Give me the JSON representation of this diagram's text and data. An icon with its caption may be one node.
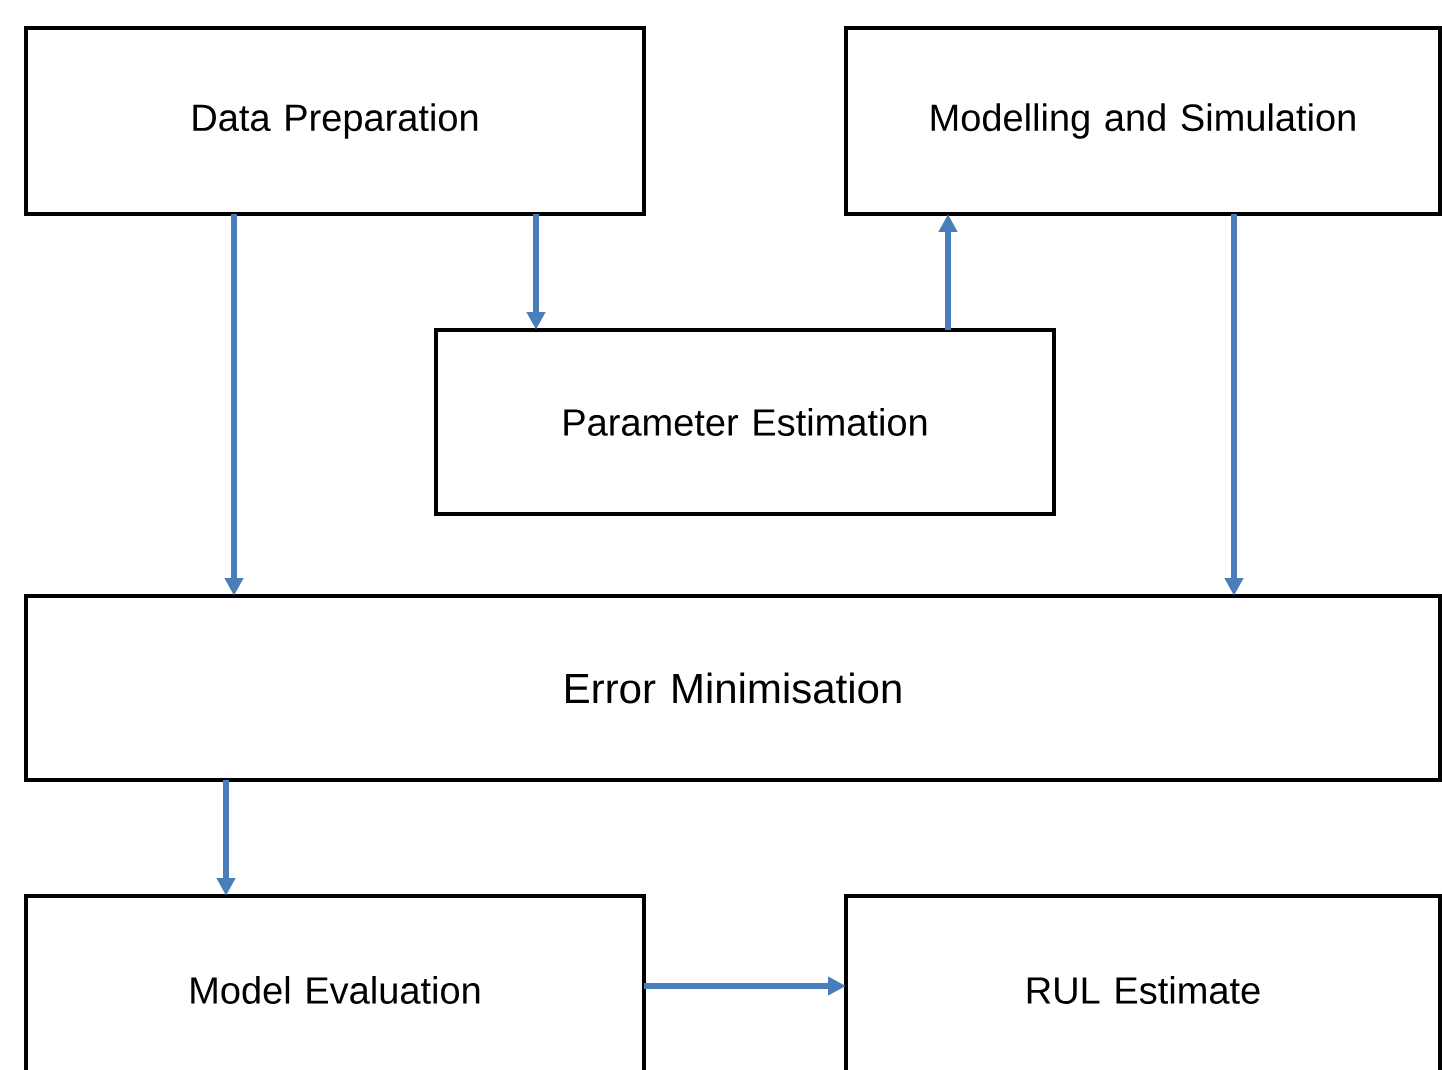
{
  "diagram": {
    "nodes": [
      {
        "text": [
          "Data Preparation"
        ]
      },
      {
        "text": [
          "Modelling and Simulation"
        ]
      },
      {
        "text": [
          "Parameter Estimation"
        ]
      },
      {
        "text": [
          "Error Minimisation"
        ]
      },
      {
        "text": [
          "Model Evaluation"
        ]
      },
      {
        "text": [
          "RUL Estimate"
        ]
      }
    ],
    "edges": [
      {
        "from": 0,
        "to": 2,
        "arrow": "to"
      },
      {
        "from": 2,
        "to": 1,
        "arrow": "to"
      },
      {
        "from": 0,
        "to": 3,
        "arrow": "to"
      },
      {
        "from": 1,
        "to": 3,
        "arrow": "to"
      },
      {
        "from": 3,
        "to": 4,
        "arrow": "to"
      },
      {
        "from": 4,
        "to": 5,
        "arrow": "to"
      }
    ]
  }
}
